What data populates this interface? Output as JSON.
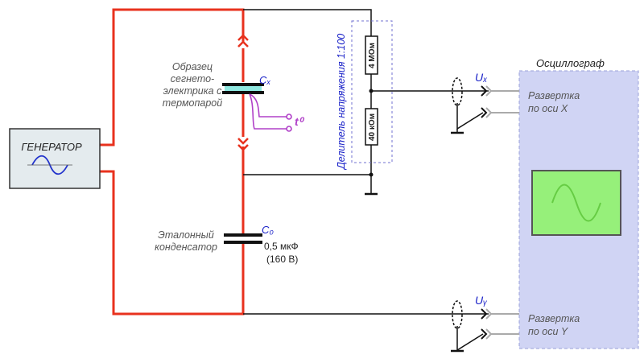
{
  "generator": {
    "label": "ГЕНЕРАТОР"
  },
  "sample": {
    "lines": [
      "Образец",
      "сегнето-",
      "электрика с",
      "термопарой"
    ],
    "cap_label": "Cₓ",
    "thermo_label": "t⁰"
  },
  "reference": {
    "lines": [
      "Эталонный",
      "конденсатор"
    ],
    "cap_label": "C₀",
    "value_lines": [
      "0,5 мкФ",
      "(160 В)"
    ]
  },
  "divider": {
    "label": "Делитель напряжения 1:100",
    "r_top": "4 МОм",
    "r_bottom": "40 кОм"
  },
  "channels": {
    "ux": "Uₓ",
    "uy": "Uᵧ"
  },
  "oscilloscope": {
    "title": "Осциллограф",
    "sweep_x": [
      "Развертка",
      "по оси X"
    ],
    "sweep_y": [
      "Развертка",
      "по оси Y"
    ]
  },
  "colors": {
    "primary_circuit": "#e8321e",
    "signal_wire": "#111111",
    "thermocouple": "#b040c8",
    "accent_text": "#1a22c8",
    "scope_panel": "#d0d4f4",
    "scope_screen": "#96f07a"
  }
}
